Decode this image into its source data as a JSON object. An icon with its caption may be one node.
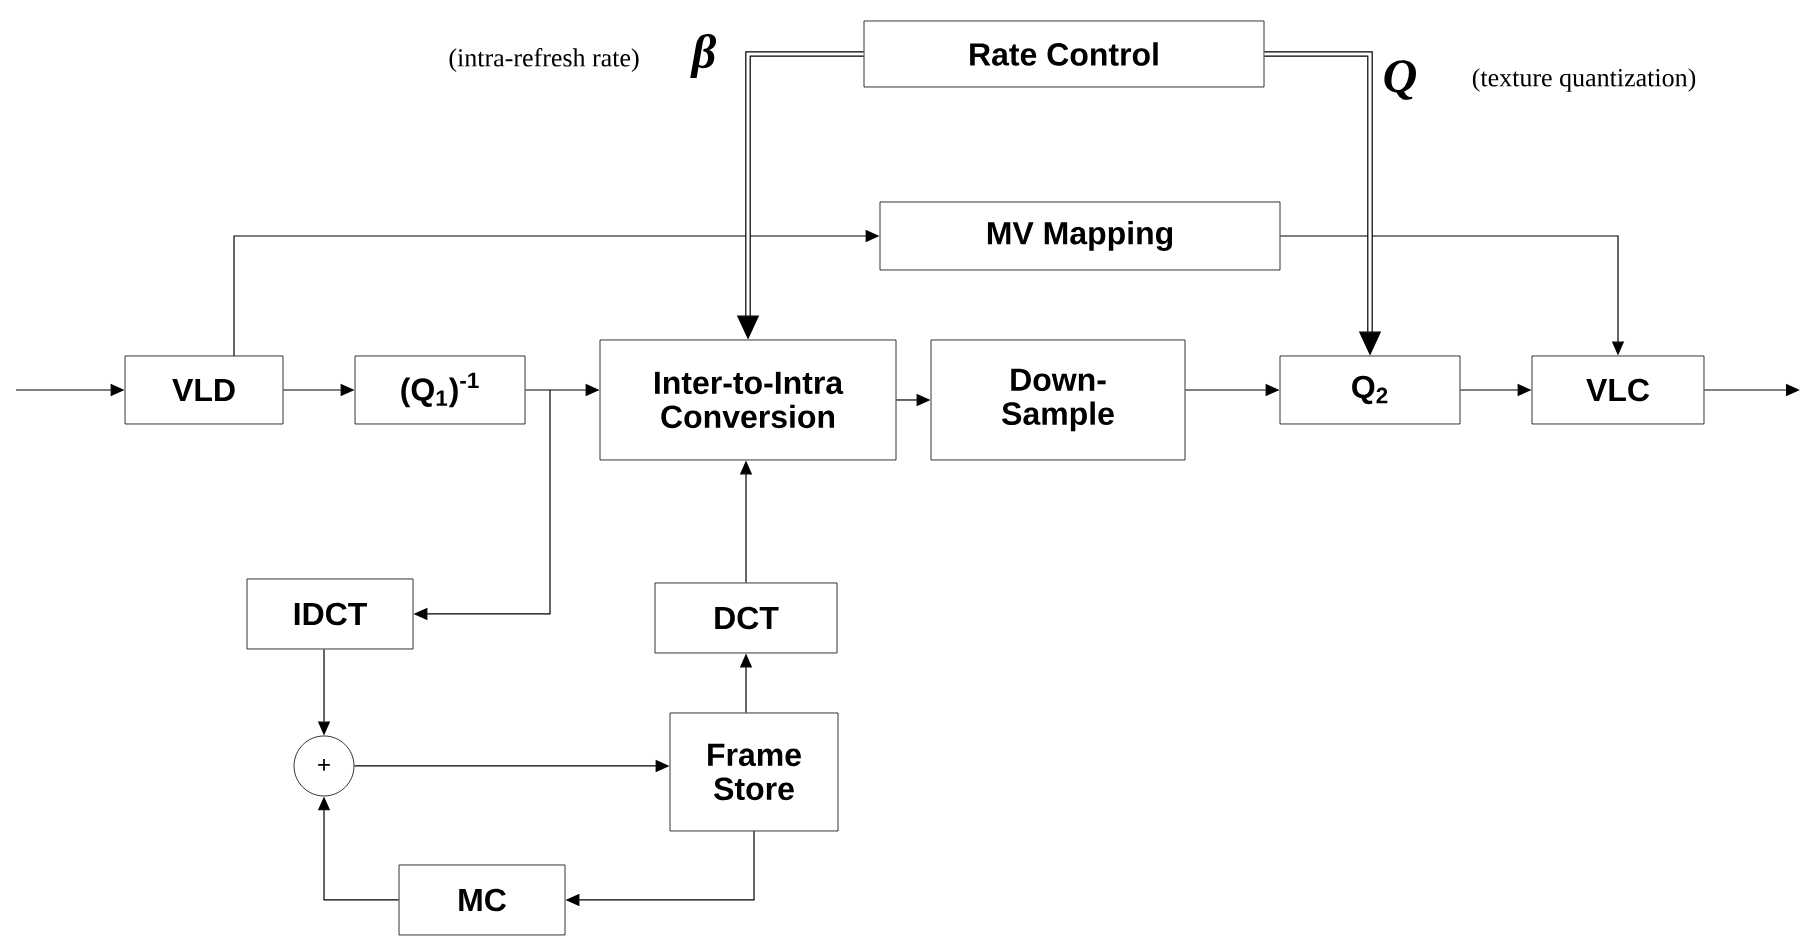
{
  "diagram": {
    "nodes": [
      {
        "text": [
          "Rate Control"
        ]
      },
      {
        "text": [
          "MV Mapping"
        ]
      },
      {
        "text": [
          "VLD"
        ]
      },
      {
        "text": [
          "(Q$_{1}$)$^{-1}$"
        ]
      },
      {
        "text": [
          "Inter-to-Intra Conversion"
        ]
      },
      {
        "text": [
          "Down-Sample"
        ]
      },
      {
        "text": [
          "Q$_{2}$"
        ]
      },
      {
        "text": [
          "VLC"
        ]
      },
      {
        "text": [
          "IDCT"
        ]
      },
      {
        "text": [
          "DCT"
        ]
      },
      {
        "text": [
          "+"
        ]
      },
      {
        "text": [
          "Frame Store"
        ]
      },
      {
        "text": [
          "MC"
        ]
      }
    ],
    "edges": [
      {
        "from": null,
        "to": 2,
        "arrow": "to"
      },
      {
        "from": 2,
        "to": 3,
        "arrow": "to"
      },
      {
        "from": 3,
        "to": 4,
        "arrow": "to"
      },
      {
        "from": 4,
        "to": 5,
        "arrow": "to"
      },
      {
        "from": 5,
        "to": 6,
        "arrow": "to"
      },
      {
        "from": 6,
        "to": 7,
        "arrow": "to"
      },
      {
        "from": 7,
        "to": null,
        "arrow": "to"
      },
      {
        "from": 2,
        "to": 1,
        "arrow": "to"
      },
      {
        "from": 1,
        "to": 7,
        "arrow": "to"
      },
      {
        "from": 0,
        "to": 4,
        "arrow": "to",
        "label": "β",
        "style": "thick"
      },
      {
        "from": 0,
        "to": 6,
        "arrow": "to",
        "label": "Q",
        "style": "thick"
      },
      {
        "from": 3,
        "to": 8,
        "arrow": "to"
      },
      {
        "from": 8,
        "to": 10,
        "arrow": "to"
      },
      {
        "from": 10,
        "to": 11,
        "arrow": "to"
      },
      {
        "from": 11,
        "to": 12,
        "arrow": "to"
      },
      {
        "from": 12,
        "to": 10,
        "arrow": "to"
      },
      {
        "from": 11,
        "to": 9,
        "arrow": "to"
      },
      {
        "from": 9,
        "to": 4,
        "arrow": "to"
      }
    ],
    "labels": [
      "(intra-refresh rate)",
      "(texture quantization)"
    ]
  }
}
